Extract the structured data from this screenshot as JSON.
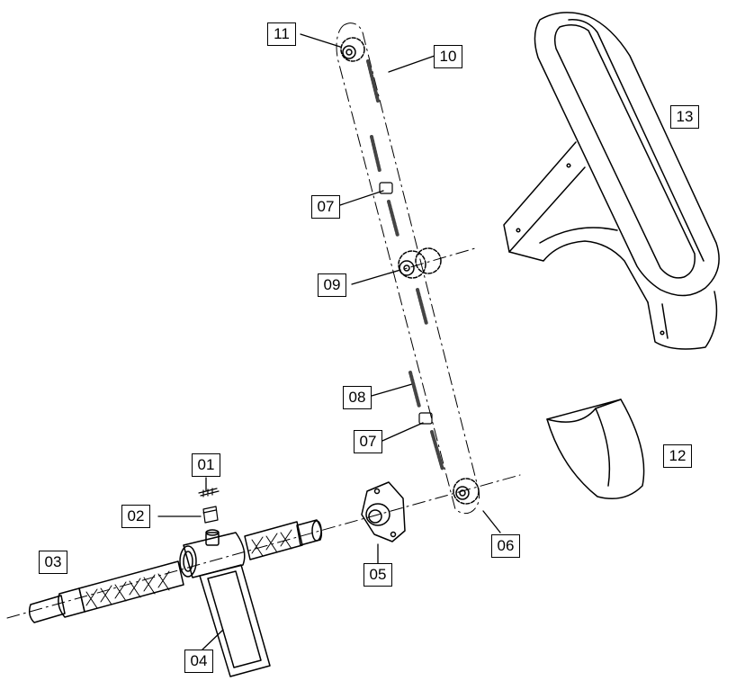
{
  "callouts": {
    "c01": "01",
    "c02": "02",
    "c03": "03",
    "c04": "04",
    "c05": "05",
    "c06": "06",
    "c07a": "07",
    "c07b": "07",
    "c08": "08",
    "c09": "09",
    "c10": "10",
    "c11": "11",
    "c12": "12",
    "c13": "13"
  },
  "colors": {
    "ink": "#000000",
    "paper": "#ffffff",
    "chain": "#444444"
  }
}
